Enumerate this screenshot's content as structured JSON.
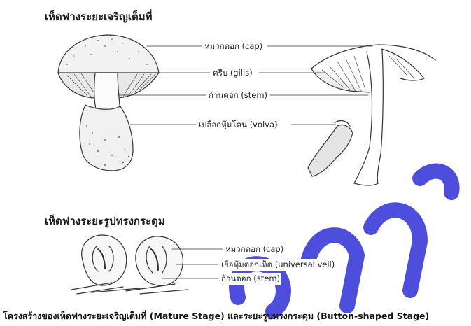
{
  "headings": {
    "mature": "เห็ดฟางระยะเจริญเต็มที่",
    "button": "เห็ดฟางระยะรูปทรงกระดุม"
  },
  "mature_labels": [
    {
      "id": "cap",
      "text": "หมวกดอก (cap)"
    },
    {
      "id": "gills",
      "text": "ครีบ (gills)"
    },
    {
      "id": "stem",
      "text": "ก้านดอก (stem)"
    },
    {
      "id": "volva",
      "text": "เปลือกหุ้มโคน (volva)"
    }
  ],
  "button_labels": [
    {
      "id": "cap",
      "text": "หมวกดอก (cap)"
    },
    {
      "id": "universal-veil",
      "text": "เยื่อหุ้มดอกเห็ด (universal veil)"
    },
    {
      "id": "stem",
      "text": "ก้านดอก (stem)"
    }
  ],
  "caption": "โครงสร้างของเห็ดฟางระยะเจริญเต็มที่ (Mature Stage) และระยะรูปทรงกระดุม (Button-shaped Stage)",
  "colors": {
    "ink": "#333333",
    "label_text": "#222222",
    "watermark": "#3b3bd9"
  },
  "watermark_icon": "watermark-logo-icon"
}
